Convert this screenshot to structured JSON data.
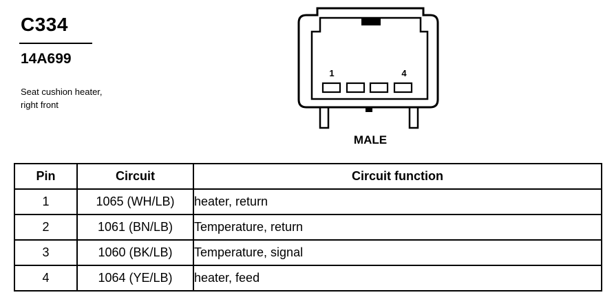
{
  "connector": {
    "id": "C334",
    "part_number": "14A699",
    "description_lines": [
      "Seat cushion heater,",
      "right front"
    ]
  },
  "diagram": {
    "pin_labels": {
      "first": "1",
      "last": "4"
    },
    "view_label": "MALE"
  },
  "table": {
    "headers": {
      "pin": "Pin",
      "circuit": "Circuit",
      "function": "Circuit function"
    },
    "rows": [
      {
        "pin": "1",
        "circuit": "1065 (WH/LB)",
        "function": "heater, return"
      },
      {
        "pin": "2",
        "circuit": "1061 (BN/LB)",
        "function": "Temperature, return"
      },
      {
        "pin": "3",
        "circuit": "1060 (BK/LB)",
        "function": "Temperature, signal"
      },
      {
        "pin": "4",
        "circuit": "1064 (YE/LB)",
        "function": "heater, feed"
      }
    ]
  }
}
